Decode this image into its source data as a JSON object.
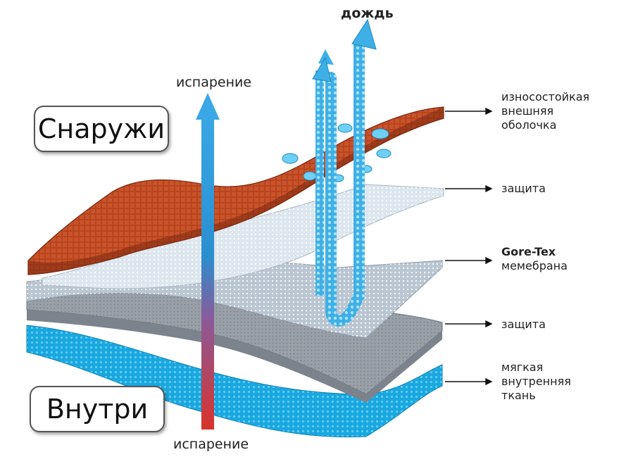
{
  "sides": {
    "outside": "Снаружи",
    "inside": "Внутри"
  },
  "flows": {
    "rain": "дождь",
    "evaporation_top": "испарение",
    "evaporation_bottom": "испарение"
  },
  "layers": [
    {
      "line1": "износостойкая",
      "line2": "внешняя",
      "line3": "оболочка"
    },
    {
      "line1": "защита"
    },
    {
      "line1": "Gore-Tex",
      "line2": "мемебрана"
    },
    {
      "line1": "защита"
    },
    {
      "line1": "мягкая",
      "line2": "внутренняя",
      "line3": "ткань"
    }
  ],
  "colors": {
    "outer_shell": "#b8441f",
    "outer_shell_dark": "#7a2a10",
    "protection_top": "#dce6ee",
    "membrane": "#c9d4de",
    "protection_bottom": "#9aa0a8",
    "inner_fabric": "#1aa7e0",
    "vapor_arrow": "#2a8fd0",
    "vapor_arrow_bottom": "#d8332b",
    "water": "#3fb0e6"
  }
}
